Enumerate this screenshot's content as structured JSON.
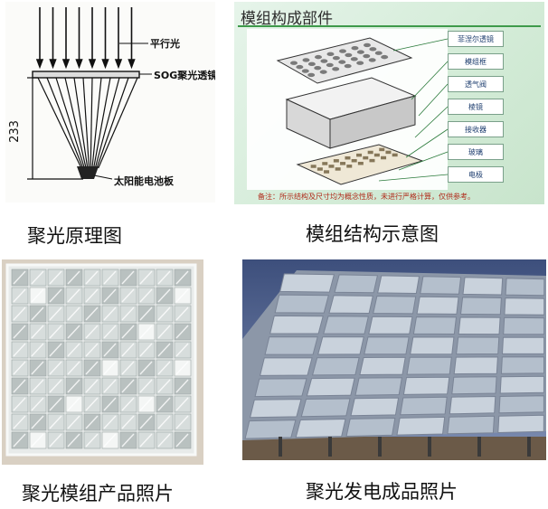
{
  "panels": {
    "principle": {
      "caption": "聚光原理图",
      "label_parallel": "平行光",
      "label_lens": "SOG聚光透镜",
      "label_height": "233",
      "label_cell": "太阳能电池板"
    },
    "structure": {
      "caption": "模组结构示意图",
      "title": "模组构成部件",
      "parts": [
        "菲涅尔透镜",
        "模组框",
        "透气阀",
        "棱镜",
        "接收器",
        "玻璃",
        "电极"
      ],
      "note": "备注：所示结构及尺寸均为概念性质，未进行严格计算，仅供参考。"
    },
    "module_photo": {
      "caption": "聚光模组产品照片"
    },
    "plant_photo": {
      "caption": "聚光发电成品照片"
    }
  }
}
